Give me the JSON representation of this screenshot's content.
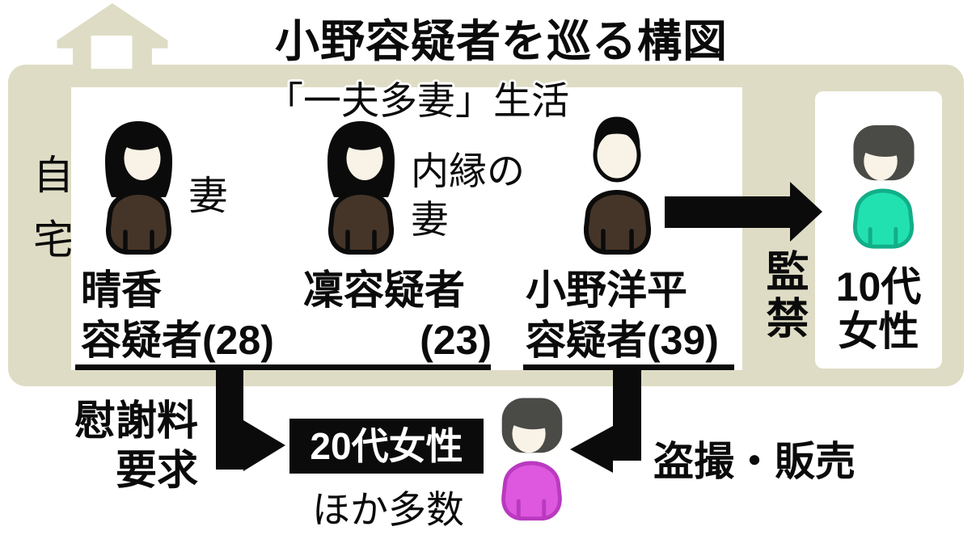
{
  "title": "小野容疑者を巡る構図",
  "home": {
    "label": "自宅"
  },
  "household": {
    "caption": "「一夫多妻」生活",
    "members": [
      {
        "role": "妻",
        "name_lines": [
          "晴香",
          "容疑者(28)"
        ]
      },
      {
        "role_lines": [
          "内縁の",
          "妻"
        ],
        "name_lines": [
          "凜容疑者",
          "(23)"
        ]
      },
      {
        "name_lines": [
          "小野洋平",
          "容疑者(39)"
        ]
      }
    ]
  },
  "confinement": {
    "label": "監禁",
    "victim_lines": [
      "10代",
      "女性"
    ]
  },
  "compensation": {
    "label_lines": [
      "慰謝料",
      "要求"
    ]
  },
  "voyeurism": {
    "label": "盗撮・販売"
  },
  "victims20s": {
    "box_label": "20代女性",
    "note": "ほか多数"
  },
  "icons": {
    "house": "house-silhouette",
    "wife": "woman-long-hair",
    "common_law_wife": "woman-long-hair",
    "suspect_ono": "man-short-hair",
    "teen_victim": "woman-bob-hair-teal",
    "victim_20s": "woman-bob-hair-pink",
    "confinement_arrow": "arrow-right",
    "compensation_arrow": "arrow-down-right",
    "voyeurism_arrow": "arrow-down-left"
  },
  "colors": {
    "frame_beige": "#DEDCC4",
    "ink_black": "#0B0B0B",
    "suspect_body_brown": "#453528",
    "face": "#F8F3E6",
    "victim_hair_gray": "#4A4A47",
    "teen_victim_teal": "#22E1B1",
    "teen_victim_teal_outline": "#12AE88",
    "woman20s_pink": "#DE58DF",
    "woman20s_pink_outline": "#B93ABF"
  }
}
